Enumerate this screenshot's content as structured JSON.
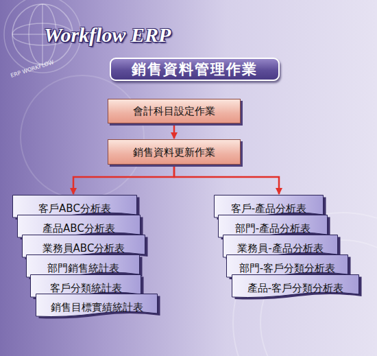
{
  "diagram": {
    "title": "銷售資料管理作業",
    "nodes": [
      {
        "text": [
          "會計科目設定作業"
        ]
      },
      {
        "text": [
          "銷售資料更新作業"
        ]
      },
      {
        "text": [
          "客戶ABC分析表"
        ]
      },
      {
        "text": [
          "產品ABC分析表"
        ]
      },
      {
        "text": [
          "業務員ABC分析表"
        ]
      },
      {
        "text": [
          "部門銷售統計表"
        ]
      },
      {
        "text": [
          "客戶分類統計表"
        ]
      },
      {
        "text": [
          "銷售目標實績統計表"
        ]
      },
      {
        "text": [
          "客戶-產品分析表"
        ]
      },
      {
        "text": [
          "部門-產品分析表"
        ]
      },
      {
        "text": [
          "業務員-產品分析表"
        ]
      },
      {
        "text": [
          "部門-客戶分類分析表"
        ]
      },
      {
        "text": [
          "產品-客戶分類分析表"
        ]
      }
    ],
    "edges": [
      {
        "from": 0,
        "to": 1,
        "arrow": "to"
      },
      {
        "from": 1,
        "to": 2,
        "arrow": "to"
      },
      {
        "from": 1,
        "to": 8,
        "arrow": "to"
      }
    ],
    "labels": [
      "Workflow ERP",
      "ERP WORKFLOW"
    ]
  }
}
